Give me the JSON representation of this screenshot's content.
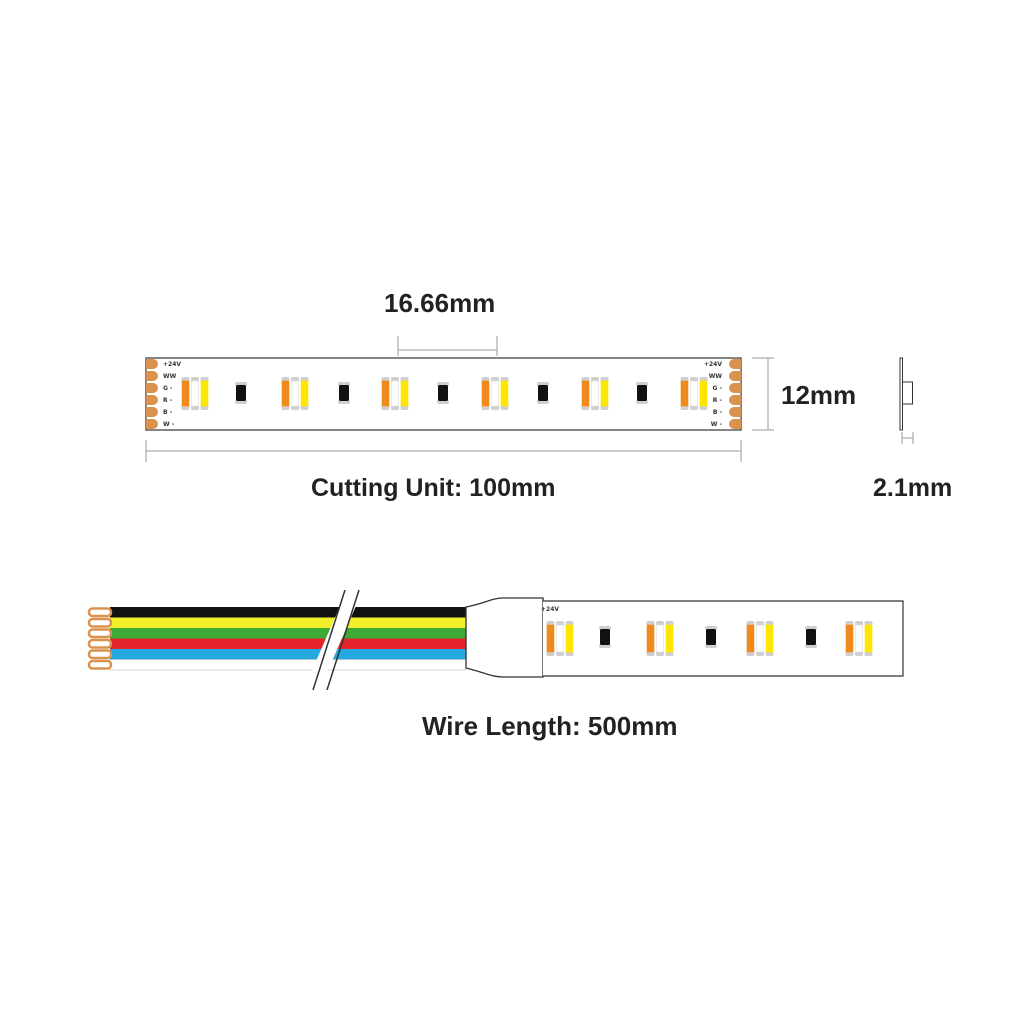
{
  "labels": {
    "led_pitch": "16.66mm",
    "strip_width": "12mm",
    "cutting_unit": "Cutting Unit: 100mm",
    "thickness": "2.1mm",
    "wire_length": "Wire Length: 500mm"
  },
  "pads": [
    "+24V",
    "WW",
    "G -",
    "R -",
    "B -",
    "W -"
  ],
  "colors": {
    "chip_warm": "#f08a1c",
    "chip_white": "#ffffff",
    "chip_yellow": "#ffe600",
    "ic": "#111111",
    "pad_copper": "#d9934f",
    "wire_black": "#111111",
    "wire_yellow": "#f2ee2a",
    "wire_green": "#3daa35",
    "wire_red": "#e5232a",
    "wire_blue": "#23a8e0",
    "wire_white": "#ffffff",
    "outline": "#333333"
  }
}
